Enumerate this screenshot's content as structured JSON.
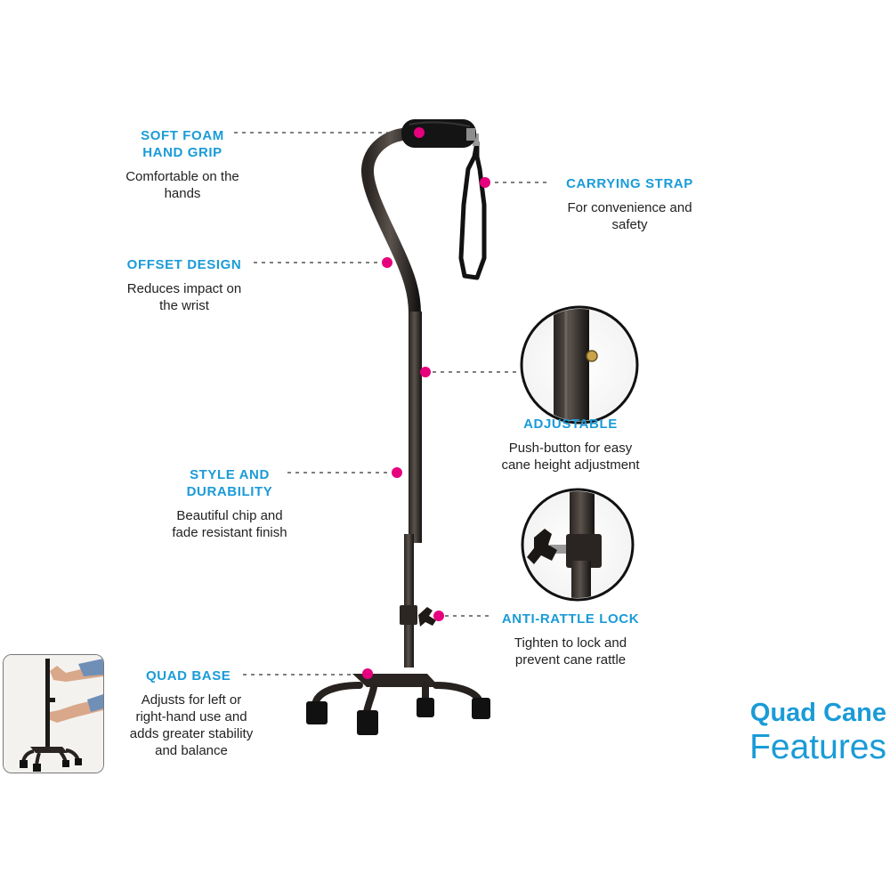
{
  "features": [
    {
      "id": "grip",
      "title": [
        "SOFT FOAM",
        "HAND GRIP"
      ],
      "desc": [
        "Comfortable on the",
        "hands"
      ]
    },
    {
      "id": "strap",
      "title": [
        "CARRYING STRAP"
      ],
      "desc": [
        "For convenience and",
        "safety"
      ]
    },
    {
      "id": "offset",
      "title": [
        "OFFSET DESIGN"
      ],
      "desc": [
        "Reduces impact on",
        "the wrist"
      ]
    },
    {
      "id": "adjustable",
      "title": [
        "ADJUSTABLE"
      ],
      "desc": [
        "Push-button for easy",
        "cane height adjustment"
      ]
    },
    {
      "id": "style",
      "title": [
        "STYLE AND",
        "DURABILITY"
      ],
      "desc": [
        "Beautiful chip and",
        "fade resistant finish"
      ]
    },
    {
      "id": "lock",
      "title": [
        "ANTI-RATTLE LOCK"
      ],
      "desc": [
        "Tighten to lock and",
        "prevent cane rattle"
      ]
    },
    {
      "id": "quad",
      "title": [
        "QUAD BASE"
      ],
      "desc": [
        "Adjusts for left or",
        "right-hand use and",
        "adds greater stability",
        "and balance"
      ]
    }
  ],
  "headline": {
    "line1": "Quad Cane",
    "line2": "Features"
  },
  "colors": {
    "accent": "#1a9bd7",
    "marker": "#e6007e",
    "text": "#222222",
    "cane": "#1c1a18"
  }
}
